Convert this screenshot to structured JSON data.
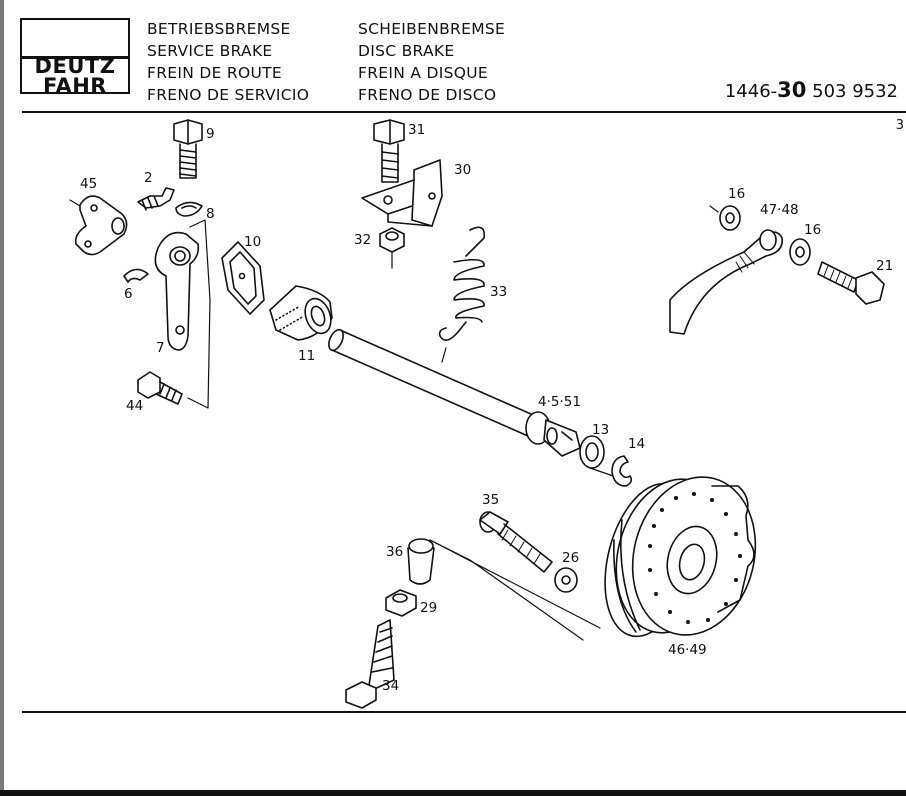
{
  "header": {
    "logo": {
      "line1": "DEUTZ",
      "line2": "FAHR"
    },
    "col1": [
      "BETRIEBSBREMSE",
      "SERVICE BRAKE",
      "FREIN DE ROUTE",
      "FRENO DE SERVICIO"
    ],
    "col2": [
      "SCHEIBENBREMSE",
      "DISC BRAKE",
      "FREIN A DISQUE",
      "FRENO DE DISCO"
    ],
    "part_number": {
      "prefix": "1446-",
      "bold": "30",
      "rest": " 503  9532"
    },
    "page_ref": "3"
  },
  "callouts": {
    "c9": "9",
    "c2": "2",
    "c8": "8",
    "c45": "45",
    "c10": "10",
    "c6": "6",
    "c7": "7",
    "c11": "11",
    "c44": "44",
    "c31": "31",
    "c30": "30",
    "c32": "32",
    "c33": "33",
    "c16a": "16",
    "c4748": "47·48",
    "c16b": "16",
    "c21": "21",
    "c4551": "4·5·51",
    "c13": "13",
    "c14": "14",
    "c35": "35",
    "c36": "36",
    "c26": "26",
    "c29": "29",
    "c34": "34",
    "c4649": "46·49"
  }
}
